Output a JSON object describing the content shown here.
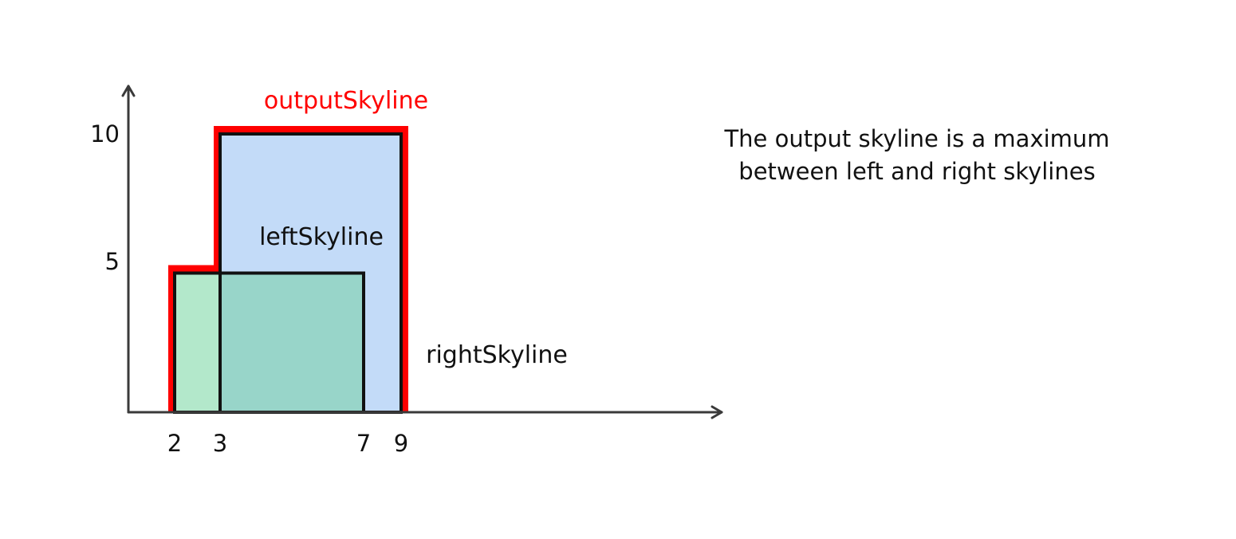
{
  "labels": {
    "output": "outputSkyline",
    "left": "leftSkyline",
    "right": "rightSkyline"
  },
  "x_ticks": [
    "2",
    "3",
    "7",
    "9"
  ],
  "y_ticks": [
    "10",
    "5"
  ],
  "note": {
    "line1": "The output skyline is a maximum",
    "line2": "between left and right skylines"
  },
  "colors": {
    "left_fill": "#b3e8cb",
    "right_fill": "#c3dbf8",
    "overlap_fill": "#98d5c9",
    "outline": "#111111",
    "output_outline": "#ff0000"
  },
  "skylines": {
    "left": {
      "x_start": 2,
      "x_end": 7,
      "height": 5
    },
    "right": {
      "x_start": 3,
      "x_end": 9,
      "height": 10
    },
    "output": [
      [
        2,
        0
      ],
      [
        2,
        5
      ],
      [
        3,
        5
      ],
      [
        3,
        10
      ],
      [
        9,
        10
      ],
      [
        9,
        0
      ]
    ]
  }
}
